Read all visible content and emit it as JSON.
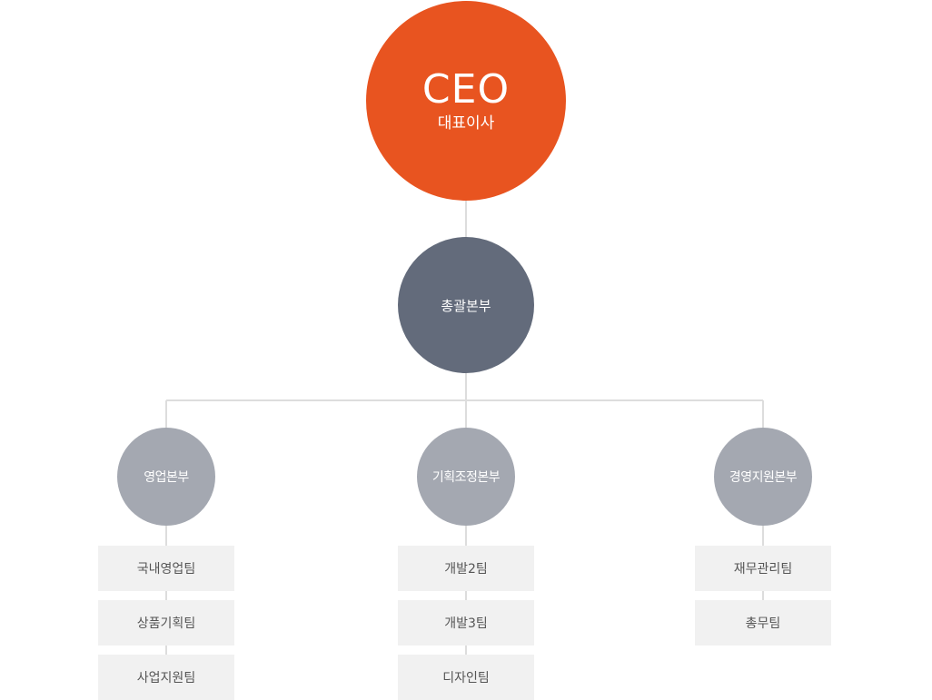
{
  "ceo": {
    "title": "CEO",
    "subtitle": "대표이사"
  },
  "headquarters": {
    "label": "총괄본부"
  },
  "divisions": [
    {
      "label": "영업본부",
      "teams": [
        "국내영업팀",
        "상품기획팀",
        "사업지원팀"
      ]
    },
    {
      "label": "기획조정본부",
      "teams": [
        "개발2팀",
        "개발3팀",
        "디자인팀"
      ]
    },
    {
      "label": "경영지원본부",
      "teams": [
        "재무관리팀",
        "총무팀"
      ]
    }
  ],
  "colors": {
    "ceo": "#e85420",
    "headquarters": "#636b7b",
    "division": "#a4a8b1",
    "team_bg": "#f1f1f1",
    "team_text": "#555555",
    "connector": "#dddddd"
  }
}
